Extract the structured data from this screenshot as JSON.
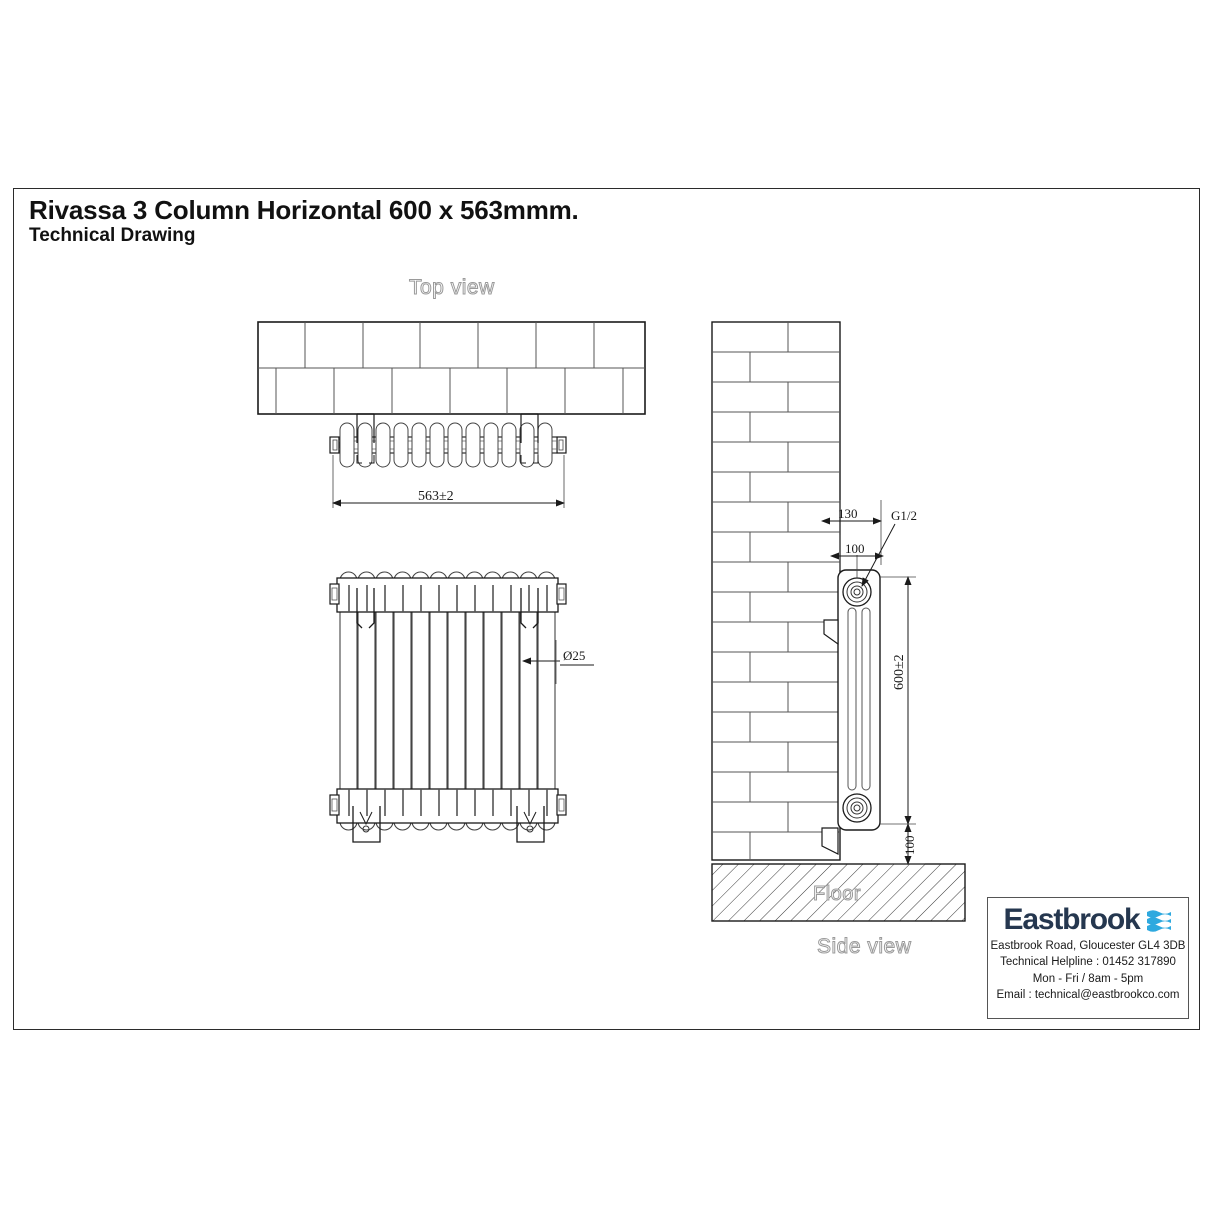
{
  "document": {
    "title_main": "Rivassa 3 Column Horizontal 600 x 563mmm.",
    "title_sub": "Technical Drawing"
  },
  "views": {
    "top_view_label": "Top view",
    "side_view_label": "Side view",
    "floor_label": "Floor"
  },
  "dimensions": {
    "width_overall": "563±2",
    "height_overall": "600±2",
    "wall_to_centre": "130",
    "bracket_offset": "100",
    "floor_clearance": "100",
    "connection_thread": "G1/2",
    "column_diameter": "Ø25"
  },
  "brand": {
    "name": "Eastbrook",
    "address": "Eastbrook Road, Gloucester GL4 3DB",
    "helpline": "Technical Helpline : 01452 317890",
    "hours": "Mon - Fri / 8am - 5pm",
    "email": "Email : technical@eastbrookco.com",
    "logo_color": "#25374f",
    "mark_color": "#2ea9df"
  },
  "style": {
    "line_color": "#1a1a1a",
    "light_line_color": "#6e6e6e",
    "label_outline_color": "#9a9a9a"
  }
}
